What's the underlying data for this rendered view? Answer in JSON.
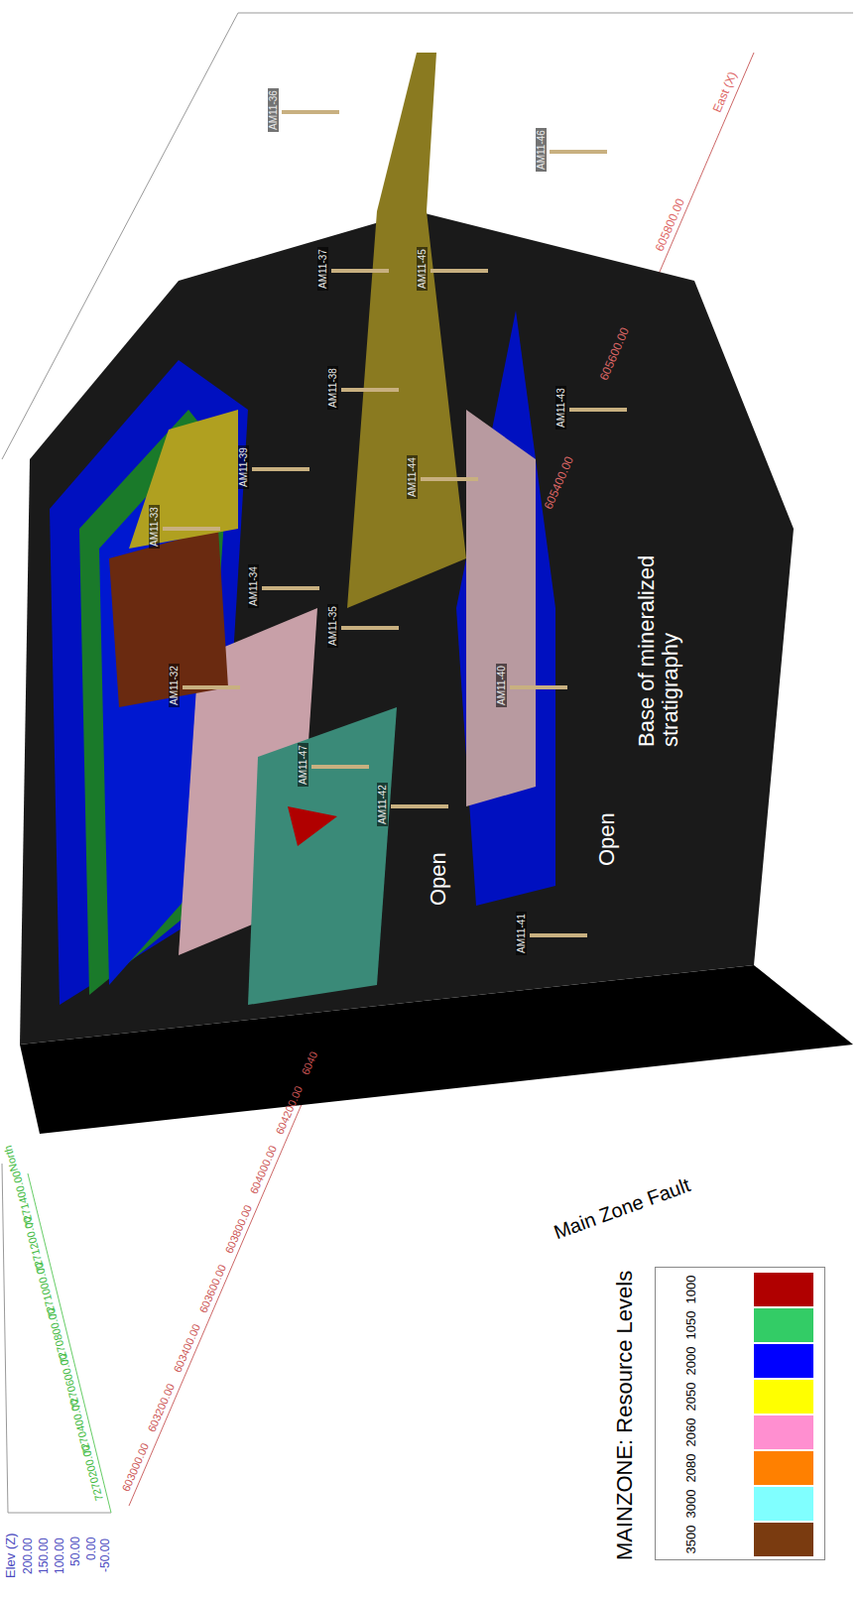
{
  "diagram": {
    "labels": [
      "Elev (Z)",
      "200.00",
      "150.00",
      "100.00",
      "50.00",
      "0.00",
      "-50.00",
      "7270200.00",
      "7270400.00",
      "7270600.00",
      "7270800.00",
      "7271000.00",
      "7271200.00",
      "7271400.00",
      "North",
      "603000.00",
      "603200.00",
      "603400.00",
      "603600.00",
      "603800.00",
      "604000.00",
      "604200.00",
      "6040",
      "605400.00",
      "605600.00",
      "605800.00",
      "East (X)",
      "Main Zone Fault",
      "Open",
      "Open",
      "Base of mineralized stratigraphy",
      "MAINZONE: Resource Levels",
      "AM11-36",
      "AM11-37",
      "AM11-38",
      "AM11-45",
      "AM11-46",
      "AM11-33",
      "AM11-34",
      "AM11-32",
      "AM11-39",
      "AM11-35",
      "AM11-44",
      "AM11-47",
      "AM11-42",
      "AM11-40",
      "AM11-41",
      "AM11-43"
    ],
    "legend": [
      {
        "text": "3500",
        "color": "#7a3b10"
      },
      {
        "text": "3000",
        "color": "#80ffff"
      },
      {
        "text": "2080",
        "color": "#ff8000"
      },
      {
        "text": "2060",
        "color": "#ff8fd0"
      },
      {
        "text": "2050",
        "color": "#ffff00"
      },
      {
        "text": "2000",
        "color": "#0000ff"
      },
      {
        "text": "1050",
        "color": "#33cc66"
      },
      {
        "text": "1000",
        "color": "#b00000"
      }
    ]
  }
}
